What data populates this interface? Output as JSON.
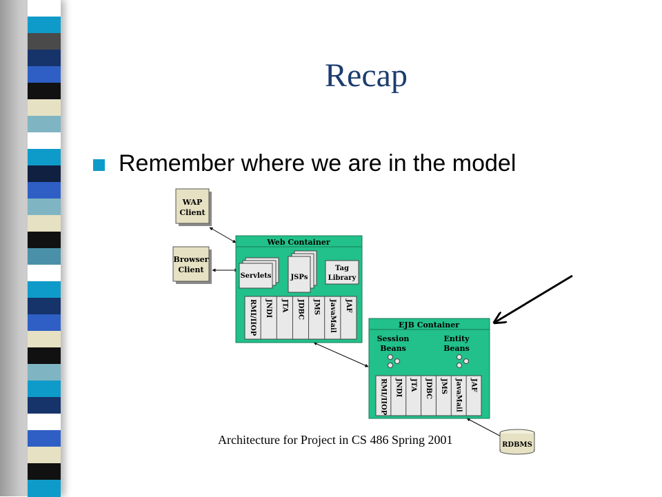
{
  "slide": {
    "title": "Recap",
    "bullet": "Remember where we are in the model",
    "caption": "Architecture for Project in CS 486 Spring 2001"
  },
  "diagram": {
    "wap_client": [
      "WAP",
      "Client"
    ],
    "browser_client": [
      "Browser",
      "Client"
    ],
    "web_container": {
      "title": "Web Container",
      "servlets": "Servlets",
      "jsps": "JSPs",
      "tag_library": [
        "Tag",
        "Library"
      ],
      "services": [
        "RMI/IIOP",
        "JNDI",
        "JTA",
        "JDBC",
        "JMS",
        "JavaMail",
        "JAF"
      ]
    },
    "ejb_container": {
      "title": "EJB Container",
      "session_beans": [
        "Session",
        "Beans"
      ],
      "entity_beans": [
        "Entity",
        "Beans"
      ],
      "services": [
        "RMI/IIOP",
        "JNDI",
        "JTA",
        "JDBC",
        "JMS",
        "JavaMail",
        "JAF"
      ]
    },
    "rdbms": "RDBMS"
  },
  "colors": {
    "container_green": "#22c08a",
    "client_tan": "#e6e1c3",
    "title_blue": "#1d3d70",
    "bullet_blue": "#0f9bc9"
  },
  "stripes": [
    "#ffffff",
    "#0f9bc9",
    "#4a4a4a",
    "#16346a",
    "#2f5fc4",
    "#111111",
    "#e6e1c3",
    "#7fb5c2",
    "#ffffff",
    "#0f9bc9",
    "#102040",
    "#2f5fc4",
    "#7fb5c2",
    "#e6e1c3",
    "#111111",
    "#4a90a8",
    "#ffffff",
    "#0f9bc9",
    "#16346a",
    "#2f5fc4",
    "#e6e1c3",
    "#111111",
    "#7fb5c2",
    "#0f9bc9",
    "#16346a",
    "#ffffff",
    "#2f5fc4",
    "#e6e1c3",
    "#111111",
    "#0f9bc9"
  ]
}
